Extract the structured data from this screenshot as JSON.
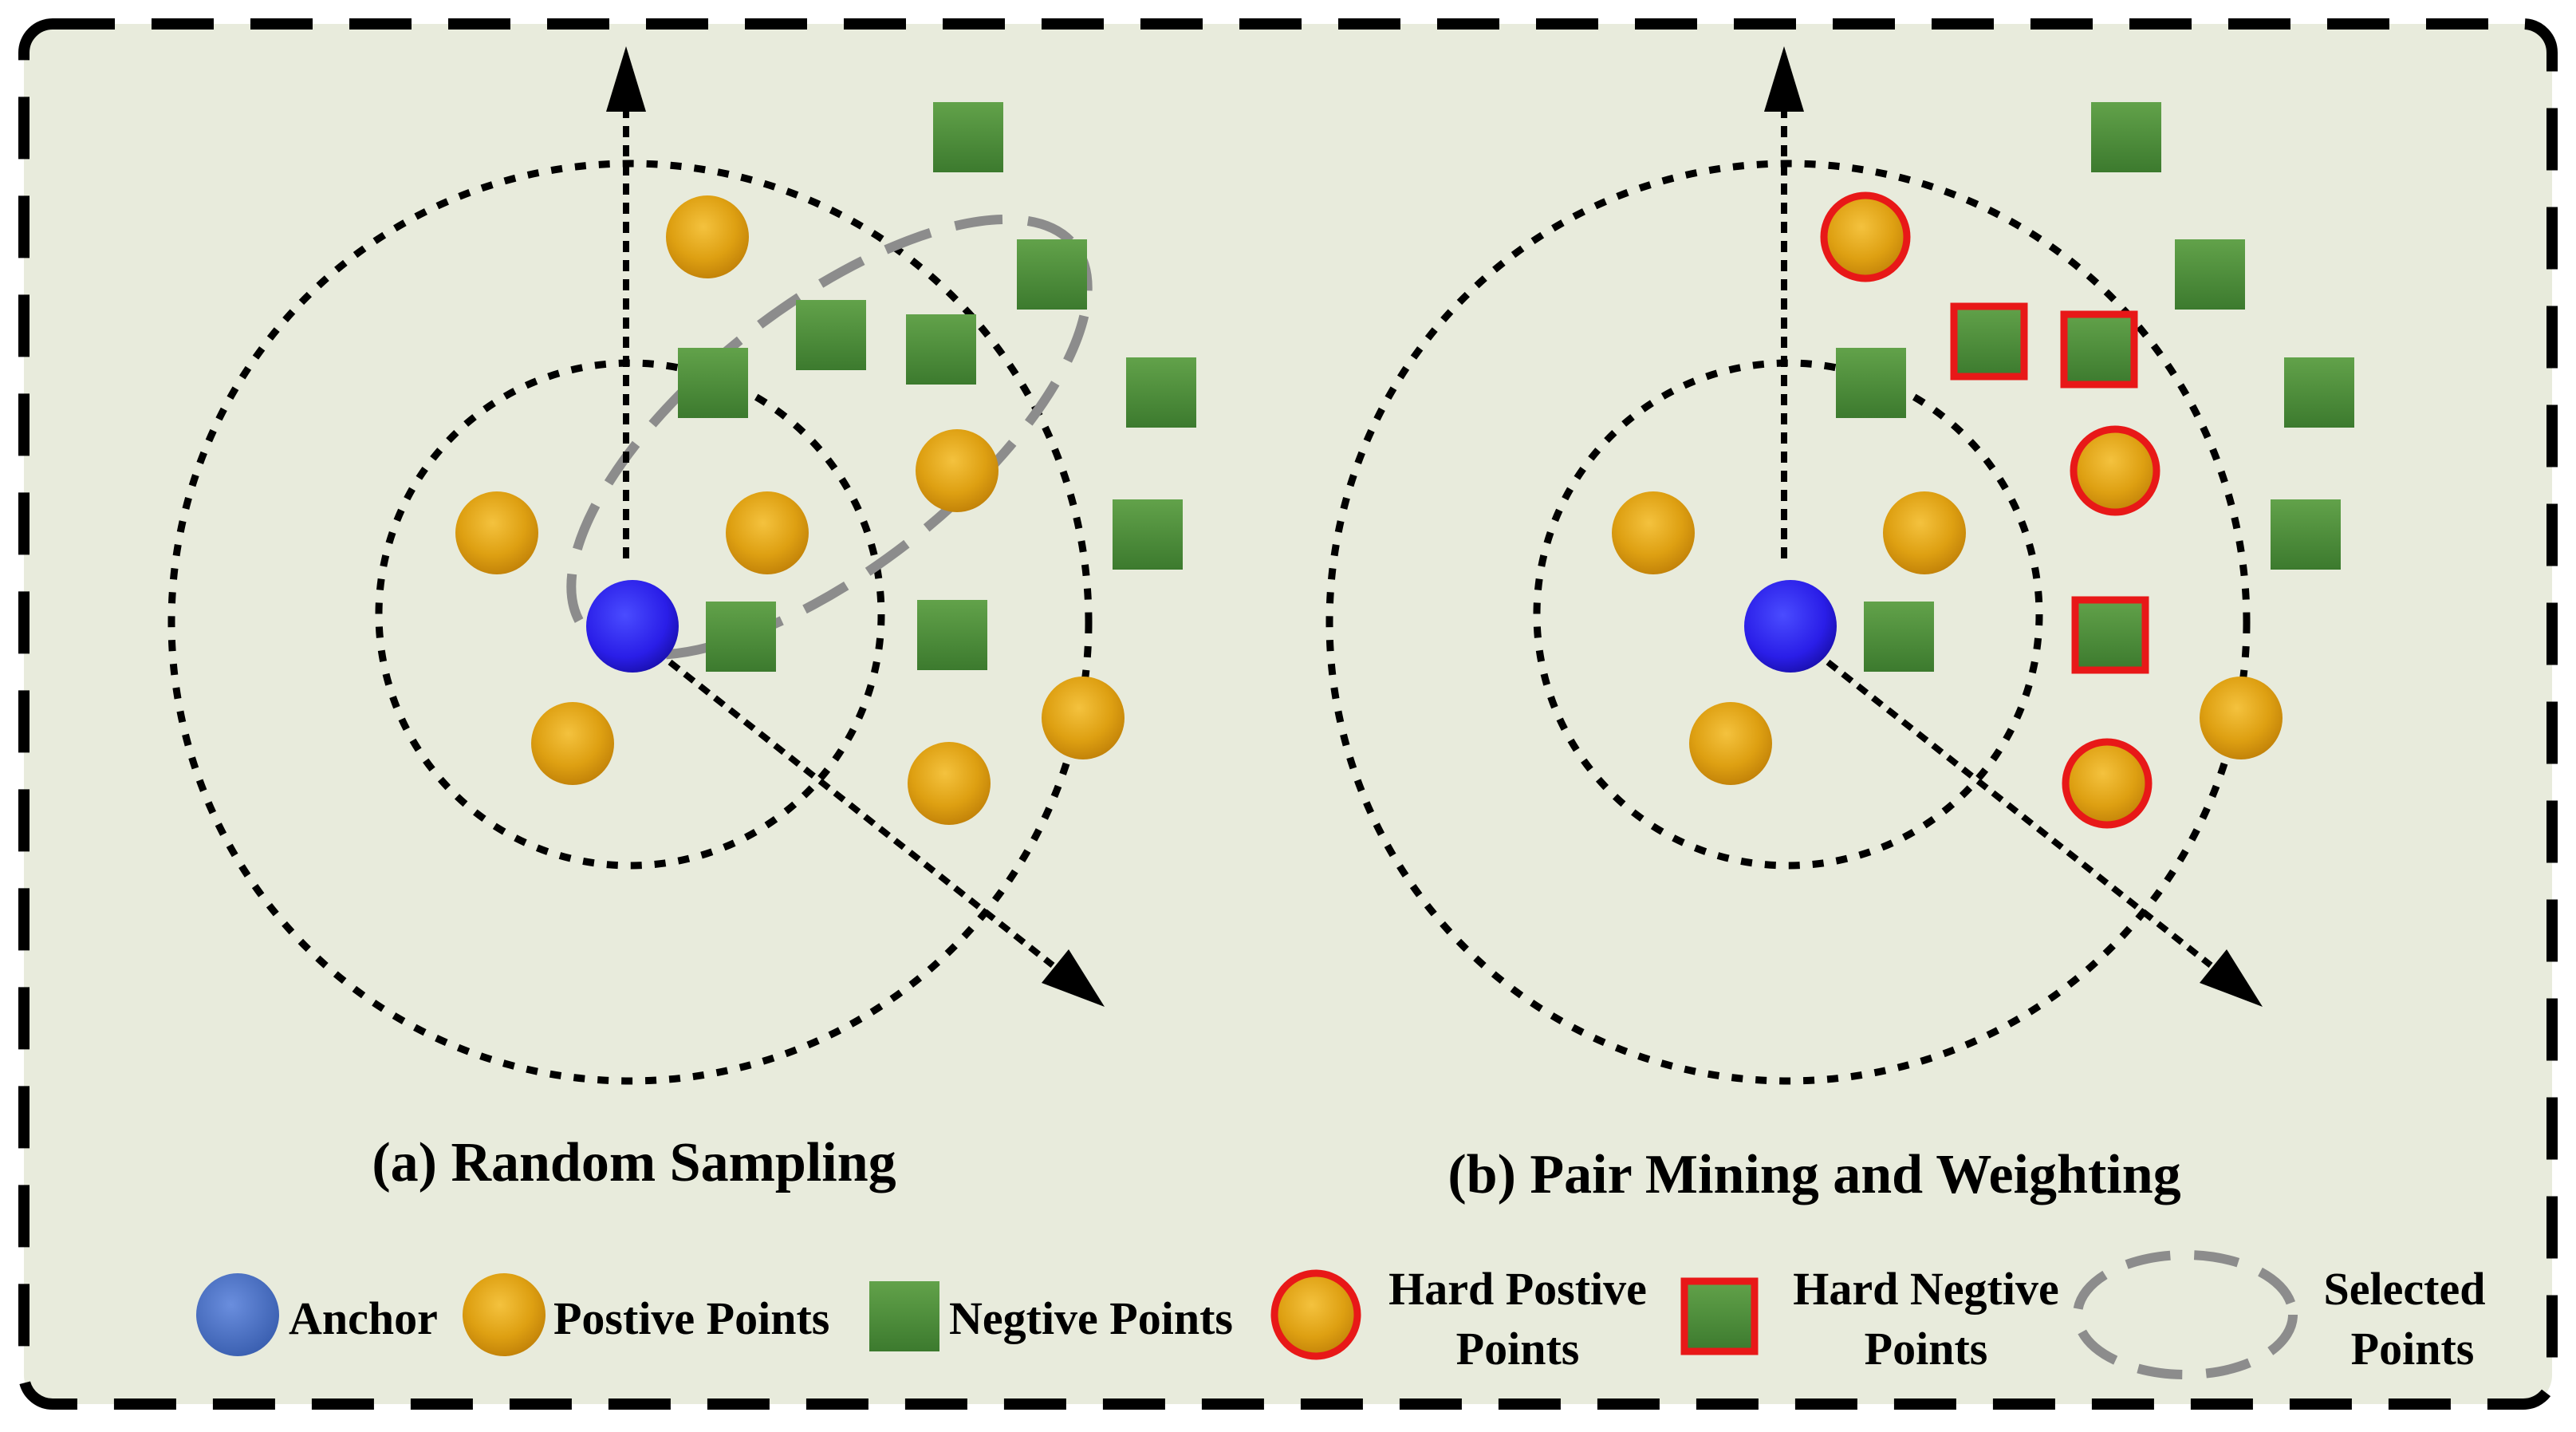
{
  "panels": [
    {
      "id": "a",
      "caption": "(a) Random Sampling"
    },
    {
      "id": "b",
      "caption": "(b) Pair Mining and Weighting"
    }
  ],
  "legend": {
    "anchor": "Anchor",
    "positive": "Postive Points",
    "negative": "Negtive Points",
    "hard_positive": [
      "Hard Postive",
      "Points"
    ],
    "hard_negative": [
      "Hard Negtive",
      "Points"
    ],
    "selected": [
      "Selected",
      "Points"
    ]
  },
  "colors": {
    "background": "#e8ebdc",
    "anchor": "#2a1ee8",
    "anchor_legend": "#4a6fc2",
    "positive": "#e0a010",
    "negative": "#4e8e3c",
    "hard_outline": "#e81818",
    "selected_outline": "#8c8c8c",
    "frame": "#000000"
  }
}
